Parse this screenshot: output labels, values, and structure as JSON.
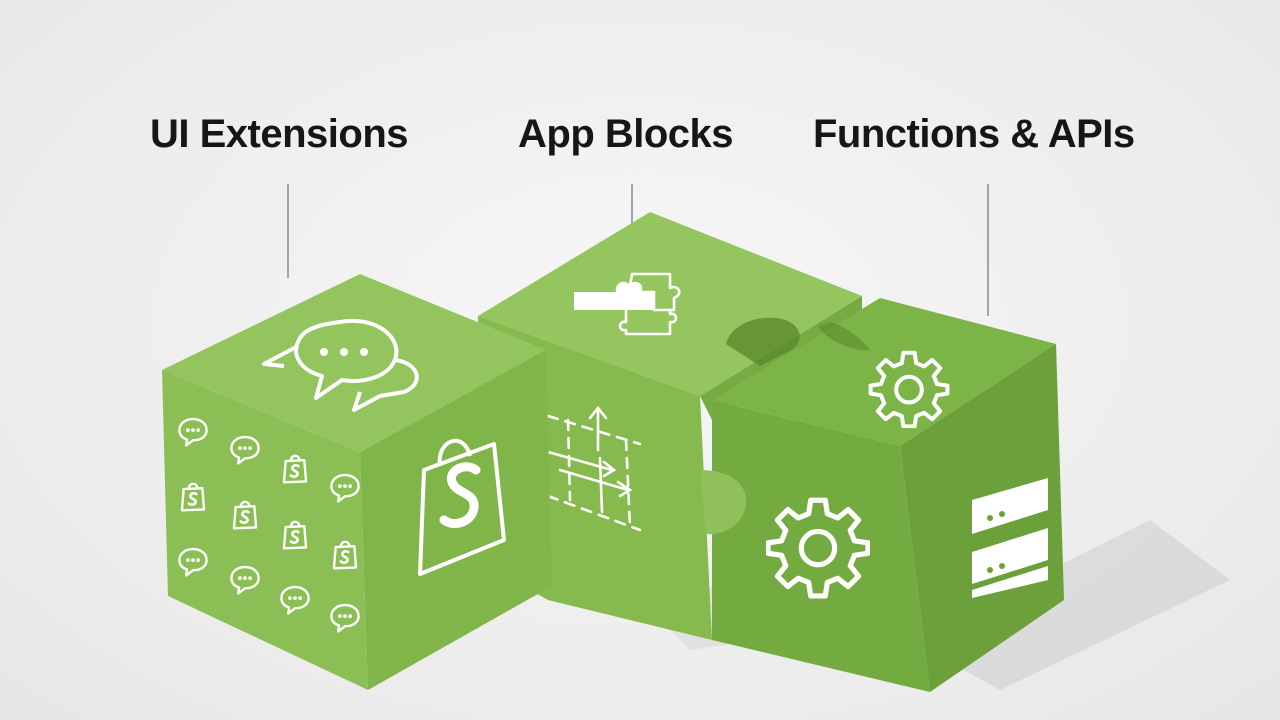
{
  "labels": {
    "ui_extensions": "UI Extensions",
    "app_blocks": "App Blocks",
    "functions_apis": "Functions & APIs"
  },
  "blocks": [
    {
      "id": "ui-extensions-block",
      "icons": [
        "chat-bubbles-icon",
        "shopify-bag-icon",
        "chat-icon",
        "shopify-bag-icon"
      ]
    },
    {
      "id": "app-blocks-block",
      "icons": [
        "puzzle-pieces-icon",
        "layout-grid-arrows-icon"
      ]
    },
    {
      "id": "functions-apis-block",
      "icons": [
        "gear-icon",
        "gear-icon",
        "server-icon"
      ]
    }
  ],
  "colors": {
    "background": "#ececec",
    "block_top": "#92c45c",
    "block_left": "#86ba4e",
    "block_right": "#6fa33c",
    "icon": "#ffffff",
    "text": "#161616",
    "leader_line": "#8a8a8a"
  }
}
